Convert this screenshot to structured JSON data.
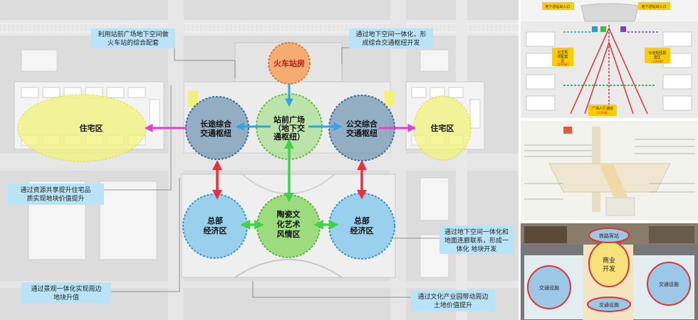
{
  "colors": {
    "yellow": "#f2f27a",
    "blue": "#7cc6ee",
    "blue_dark": "#5e86a8",
    "green": "#8ed86a",
    "orange": "#f4a664",
    "callout_bg": "#b9e3f6",
    "arrow_magenta": "#e43fd1",
    "arrow_blue": "#31a3e6",
    "arrow_red": "#ee2d3f",
    "arrow_green": "#3fd34a"
  },
  "zones": {
    "station": "火车站房",
    "plaza_l1": "站前广场",
    "plaza_l2": "（地下交",
    "plaza_l3": "通枢纽）",
    "long_hub_l1": "长途综合",
    "long_hub_l2": "交通枢纽",
    "bus_hub_l1": "公交综合",
    "bus_hub_l2": "交通枢纽",
    "resid_left": "住宅区",
    "resid_right": "住宅区",
    "hq_left_l1": "总部",
    "hq_left_l2": "经济区",
    "hq_right_l1": "总部",
    "hq_right_l2": "经济区",
    "culture_l1": "陶瓷文",
    "culture_l2": "化艺术",
    "culture_l3": "风情区"
  },
  "callouts": {
    "top_left_l1": "利用站前广场地下空间做",
    "top_left_l2": "火车站的综合配套",
    "top_right_l1": "通过地下空间一体化，形",
    "top_right_l2": "成综合交通枢纽开发",
    "mid_left_l1": "通过资源共享提升住宅品",
    "mid_left_l2": "质实现地块价值提升",
    "right_l1": "通过地下空间一体化和",
    "right_l2": "地面连廊联系，形成一",
    "right_l3": "体化 地块开发",
    "bottom_left_l1": "通过景观一体化实现周边",
    "bottom_left_l2": "地块升值",
    "bottom_right_l1": "通过文化产业园带动周边",
    "bottom_right_l2": "土地价值提升"
  },
  "panel1": {
    "top_left_label": "地下进站出入口",
    "top_right_label": "地下进站出入口",
    "left_box_l1": "公交枢",
    "left_box_l2": "纽配套",
    "left_box_l3": "区",
    "left_box_count": "（100米）",
    "right_box_l1": "长途枢纽配",
    "right_box_l2": "套区",
    "right_box_count": "（100米）",
    "bottom_label_l1": "广场人行通道",
    "bottom_label_l2": "（130米）"
  },
  "panel3": {
    "top": "铁路客站",
    "center_l1": "商业",
    "center_l2": "开发",
    "left": "交通设施",
    "right": "交通设施",
    "bottom": "交通设施"
  }
}
